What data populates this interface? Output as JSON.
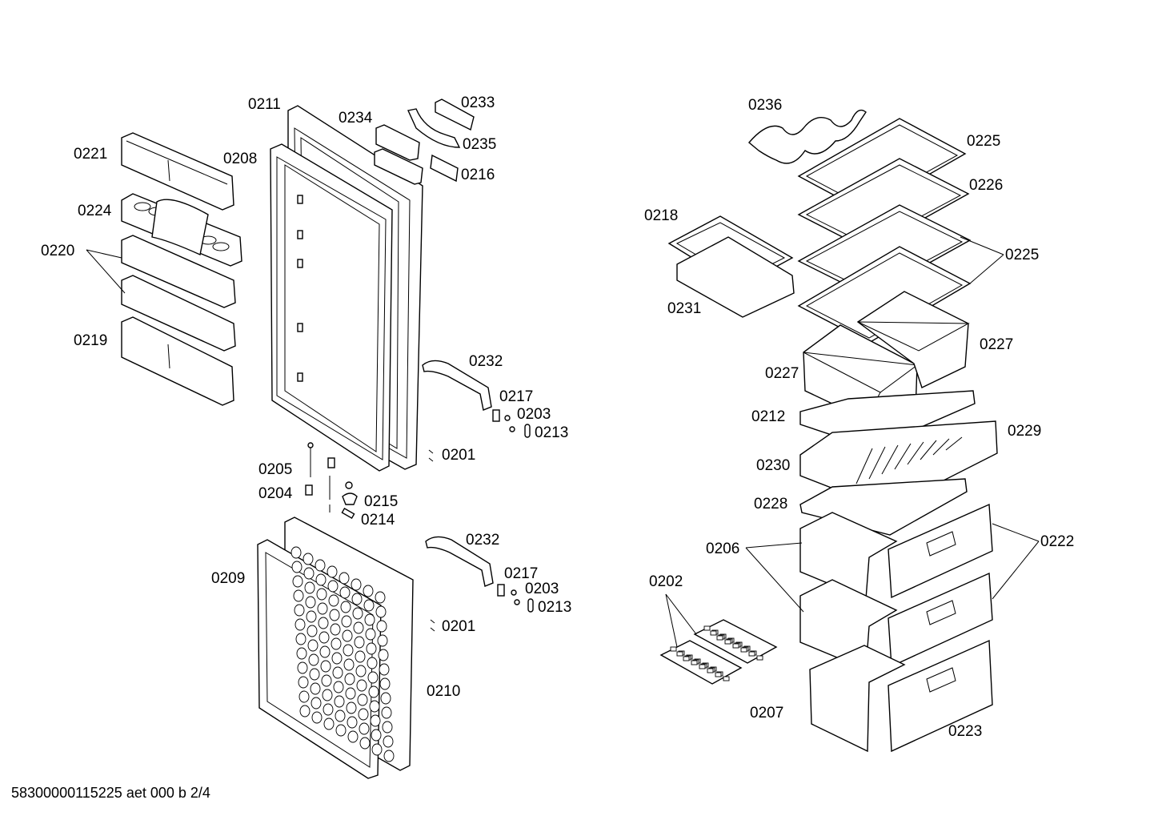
{
  "labels": {
    "p0211": "0211",
    "p0234": "0234",
    "p0233": "0233",
    "p0235": "0235",
    "p0216": "0216",
    "p0221": "0221",
    "p0208": "0208",
    "p0224": "0224",
    "p0220": "0220",
    "p0219": "0219",
    "p0232a": "0232",
    "p0217a": "0217",
    "p0203a": "0203",
    "p0213a": "0213",
    "p0201a": "0201",
    "p0205": "0205",
    "p0204": "0204",
    "p0215": "0215",
    "p0214": "0214",
    "p0232b": "0232",
    "p0209": "0209",
    "p0217b": "0217",
    "p0203b": "0203",
    "p0213b": "0213",
    "p0201b": "0201",
    "p0210": "0210",
    "p0236": "0236",
    "p0225a": "0225",
    "p0226": "0226",
    "p0218": "0218",
    "p0225b": "0225",
    "p0231": "0231",
    "p0227a": "0227",
    "p0227b": "0227",
    "p0212": "0212",
    "p0229": "0229",
    "p0230": "0230",
    "p0228": "0228",
    "p0206": "0206",
    "p0222": "0222",
    "p0202": "0202",
    "p0207": "0207",
    "p0223": "0223"
  },
  "footer": "58300000115225 aet 000 b 2/4"
}
